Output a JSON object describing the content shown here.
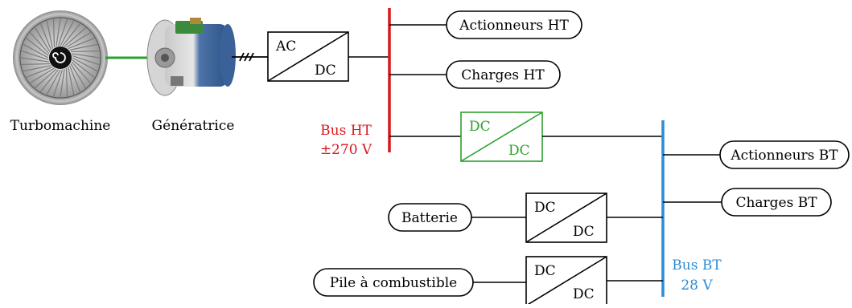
{
  "diagram": {
    "sources": {
      "turbomachine_label": "Turbomachine",
      "generator_label": "Génératrice"
    },
    "converters": {
      "ac_dc": {
        "top": "AC",
        "bottom": "DC"
      },
      "hv_lv": {
        "top": "DC",
        "bottom": "DC"
      },
      "battery_dcdc": {
        "top": "DC",
        "bottom": "DC"
      },
      "fuelcell_dcdc": {
        "top": "DC",
        "bottom": "DC"
      }
    },
    "loads": {
      "hv_actuators": "Actionneurs HT",
      "hv_loads": "Charges HT",
      "lv_actuators": "Actionneurs BT",
      "lv_loads": "Charges BT",
      "battery": "Batterie",
      "fuel_cell": "Pile à combustible"
    },
    "buses": {
      "hv": {
        "name": "Bus HT",
        "voltage": "±270 V"
      },
      "lv": {
        "name": "Bus BT",
        "voltage": "28 V"
      }
    }
  },
  "colors": {
    "hv_bus": "#d7191c",
    "lv_bus": "#2b8cd6",
    "hv_lv_converter": "#2ca02c",
    "shaft": "#2ca02c",
    "line": "#000000"
  }
}
